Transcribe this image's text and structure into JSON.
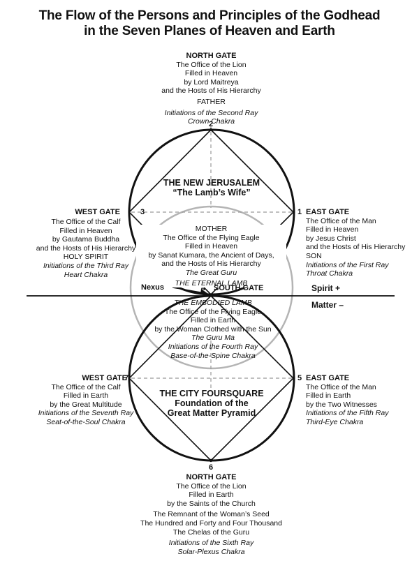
{
  "title": {
    "line1": "The Flow of the Persons and Principles of the Godhead",
    "line2": "in the Seven Planes of Heaven and Earth"
  },
  "north_gate_top": {
    "heading": "NORTH GATE",
    "l1": "The Office of the Lion",
    "l2": "Filled in Heaven",
    "l3": "by Lord Maitreya",
    "l4": "and the Hosts of His Hierarchy",
    "l5": "FATHER",
    "l6": "Initiations of the Second Ray",
    "l7": "Crown Chakra"
  },
  "west_gate_upper": {
    "heading": "WEST GATE",
    "l1": "The Office of the Calf",
    "l2": "Filled in Heaven",
    "l3": "by Gautama Buddha",
    "l4": "and the Hosts of His Hierarchy",
    "l5": "HOLY SPIRIT",
    "l6": "Initiations of the Third Ray",
    "l7": "Heart Chakra"
  },
  "east_gate_upper": {
    "heading": "EAST GATE",
    "l1": "The Office of the Man",
    "l2": "Filled in Heaven",
    "l3": "by Jesus Christ",
    "l4": "and the Hosts of His Hierarchy",
    "l5": "SON",
    "l6": "Initiations of the First Ray",
    "l7": "Throat Chakra"
  },
  "new_jerusalem": {
    "l1": "THE NEW JERUSALEM",
    "l2": "“The Lamb’s Wife”"
  },
  "mother": {
    "heading": "MOTHER",
    "l1": "The Office of the Flying Eagle",
    "l2": "Filled in Heaven",
    "l3": "by Sanat Kumara, the Ancient of Days,",
    "l4": "and the Hosts of His Hierarchy",
    "l5": "The Great Guru",
    "l6": "THE ETERNAL LAMB"
  },
  "center": {
    "nexus": "Nexus",
    "south_gate": "SOUTH GATE",
    "spirit": "Spirit  +",
    "matter": "Matter –"
  },
  "embodied": {
    "l1": "THE EMBODIED LAMB",
    "l2": "The Office of the Flying Eagle",
    "l3": "Filled in Earth",
    "l4": "by the Woman Clothed with the Sun",
    "l5": "The Guru Ma",
    "l6": "Initiations of the Fourth Ray",
    "l7": "Base-of-the-Spine Chakra"
  },
  "west_gate_lower": {
    "heading": "WEST GATE",
    "l1": "The Office of the Calf",
    "l2": "Filled in Earth",
    "l3": "by the Great Multitude",
    "l4": "Initiations of the Seventh Ray",
    "l5": "Seat-of-the-Soul Chakra"
  },
  "east_gate_lower": {
    "heading": "EAST GATE",
    "l1": "The Office of the Man",
    "l2": "Filled in Earth",
    "l3": "by the Two Witnesses",
    "l4": "Initiations of the Fifth Ray",
    "l5": "Third-Eye Chakra"
  },
  "city_foursquare": {
    "l1": "THE CITY FOURSQUARE",
    "l2": "Foundation of the",
    "l3": "Great Matter Pyramid"
  },
  "north_gate_bottom": {
    "heading": "NORTH GATE",
    "l1": "The Office of the Lion",
    "l2": "Filled in Earth",
    "l3": "by the Saints of the Church",
    "l4": "The Remnant of the Woman’s Seed",
    "l5": "The Hundred and Forty and Four Thousand",
    "l6": "The Chelas of the Guru",
    "l7": "Initiations of the Sixth Ray",
    "l8": "Solar-Plexus Chakra"
  },
  "numbers": {
    "n1": "1",
    "n2": "2",
    "n3": "3",
    "n4": "4",
    "n5": "5",
    "n6": "6",
    "n7": "7"
  },
  "colors": {
    "ink": "#111111",
    "gray_circle": "#b4b4b4",
    "dashed": "#999999"
  }
}
